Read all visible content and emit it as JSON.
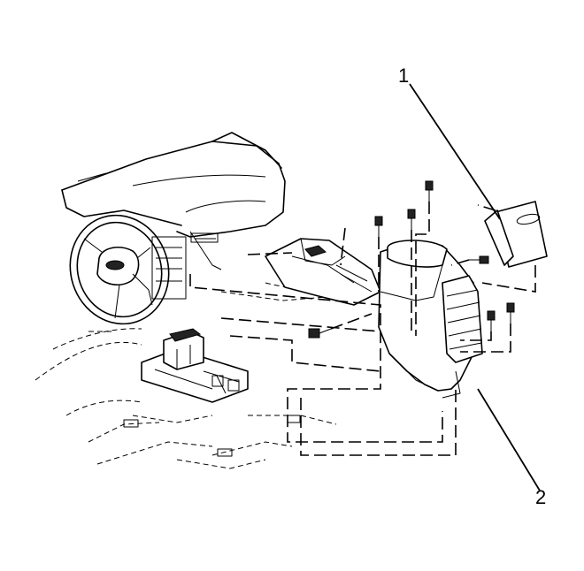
{
  "figure": {
    "callouts": [
      {
        "id": "1",
        "label": "1"
      },
      {
        "id": "2",
        "label": "2"
      }
    ]
  }
}
